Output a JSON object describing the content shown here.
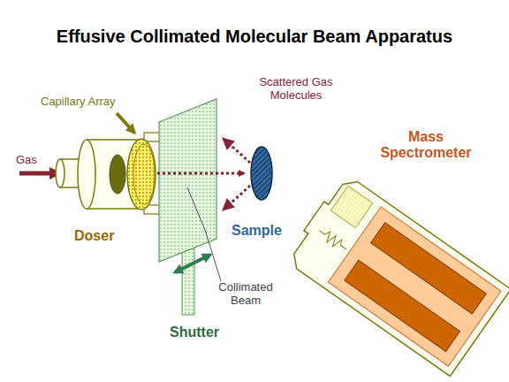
{
  "diagram": {
    "title": "Effusive Collimated Molecular Beam Apparatus",
    "labels": [
      "Capillary Array",
      "Scattered Gas Molecules",
      "Gas",
      "Doser",
      "Sample",
      "Mass Spectrometer",
      "Collimated Beam",
      "Shutter"
    ]
  }
}
